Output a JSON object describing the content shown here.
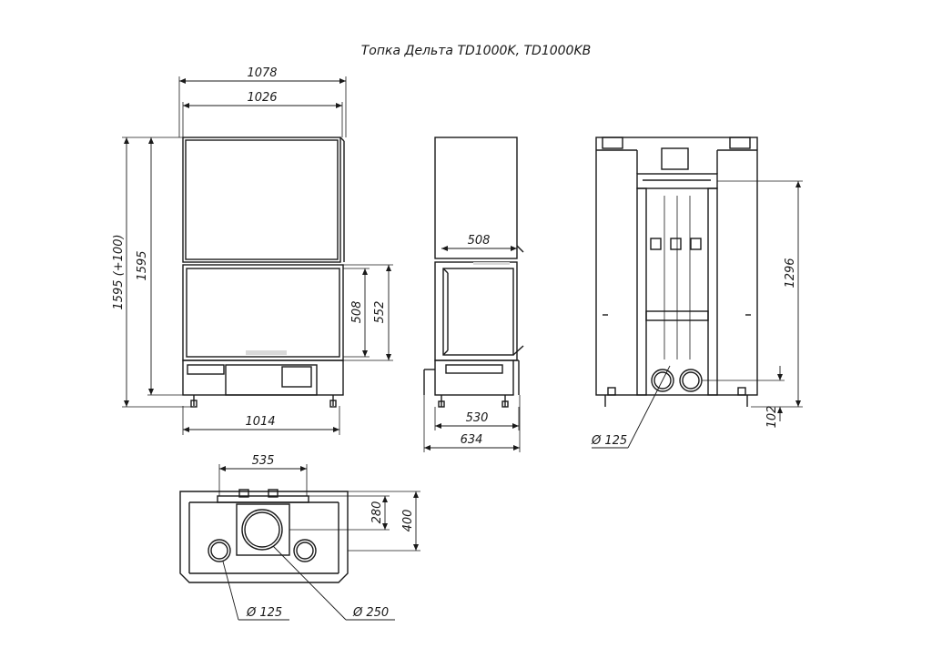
{
  "title": "Топка Дельта TD1000K, TD1000KB",
  "front_view": {
    "width_overall": "1078",
    "width_inner": "1026",
    "width_base": "1014",
    "height_total": "1595",
    "height_with_extension": "1595 (+100)",
    "glass_height": "508",
    "door_height": "552"
  },
  "side_view": {
    "glass_width": "508",
    "base_depth": "530",
    "overall_depth": "634"
  },
  "back_view": {
    "flue_height": "1296",
    "inlet_height": "102",
    "inlet_diameter": "Ø 125"
  },
  "top_view": {
    "width": "535",
    "depth_inner": "280",
    "depth_outer": "400",
    "small_diameter": "Ø 125",
    "large_diameter": "Ø 250"
  }
}
